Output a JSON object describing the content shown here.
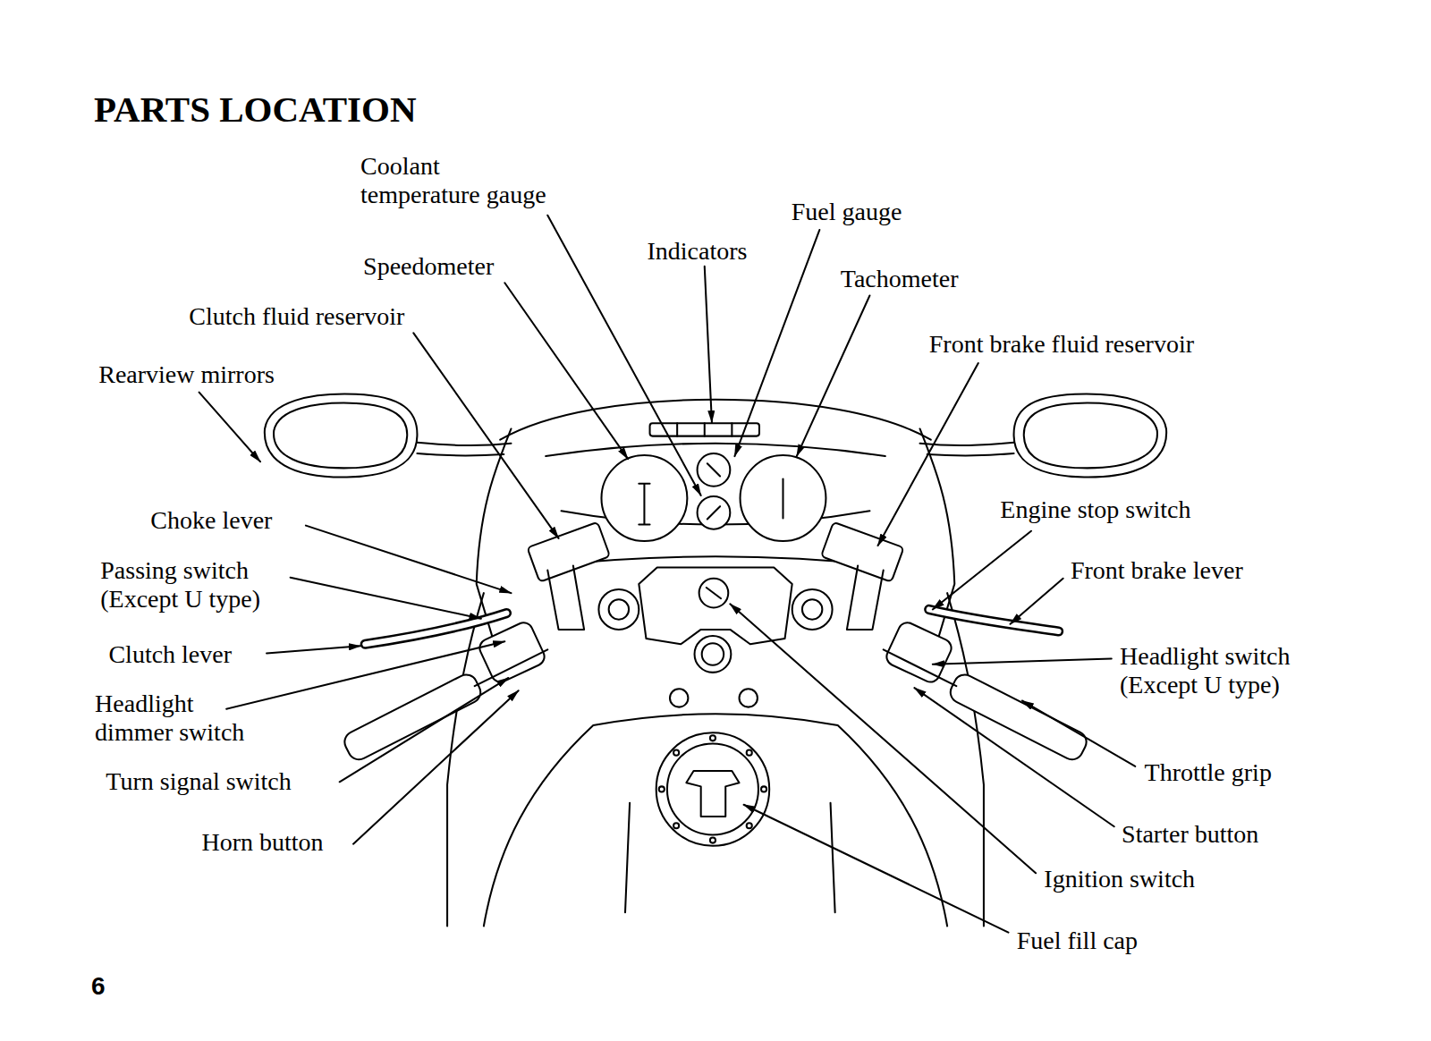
{
  "diagram": {
    "title": "PARTS LOCATION",
    "labels": [
      "Coolant temperature gauge",
      "Fuel gauge",
      "Indicators",
      "Speedometer",
      "Tachometer",
      "Clutch fluid reservoir",
      "Front brake fluid reservoir",
      "Rearview mirrors",
      "Choke lever",
      "Passing switch (Except U type)",
      "Engine stop switch",
      "Front brake lever",
      "Clutch lever",
      "Headlight dimmer switch",
      "Headlight switch (Except U type)",
      "Turn signal switch",
      "Throttle grip",
      "Horn button",
      "Starter button",
      "Ignition switch",
      "Fuel fill cap",
      "6"
    ]
  }
}
